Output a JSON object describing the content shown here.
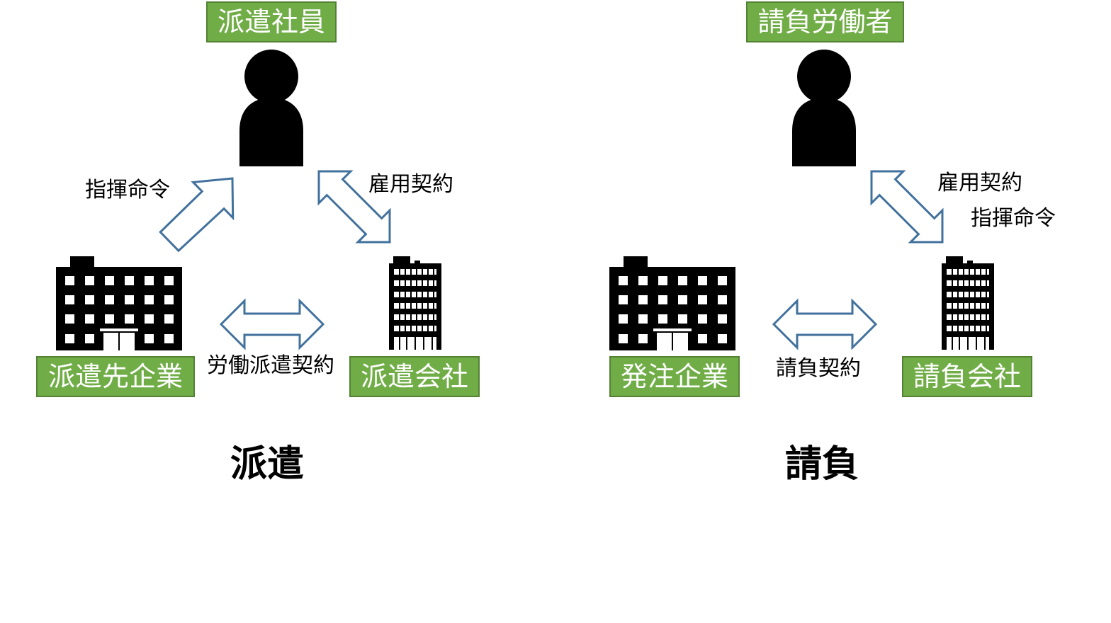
{
  "haken": {
    "worker_label": "派遣社員",
    "client_label": "派遣先企業",
    "agency_label": "派遣会社",
    "command_label": "指揮命令",
    "employment_label": "雇用契約",
    "contract_label": "労働派遣契約",
    "title": "派遣"
  },
  "ukeoi": {
    "worker_label": "請負労働者",
    "client_label": "発注企業",
    "contractor_label": "請負会社",
    "employment_label": "雇用契約",
    "command_label": "指揮命令",
    "contract_label": "請負契約",
    "title": "請負"
  },
  "colors": {
    "label_bg": "#70ad47",
    "arrow_stroke": "#41719c",
    "icon": "#000000"
  }
}
